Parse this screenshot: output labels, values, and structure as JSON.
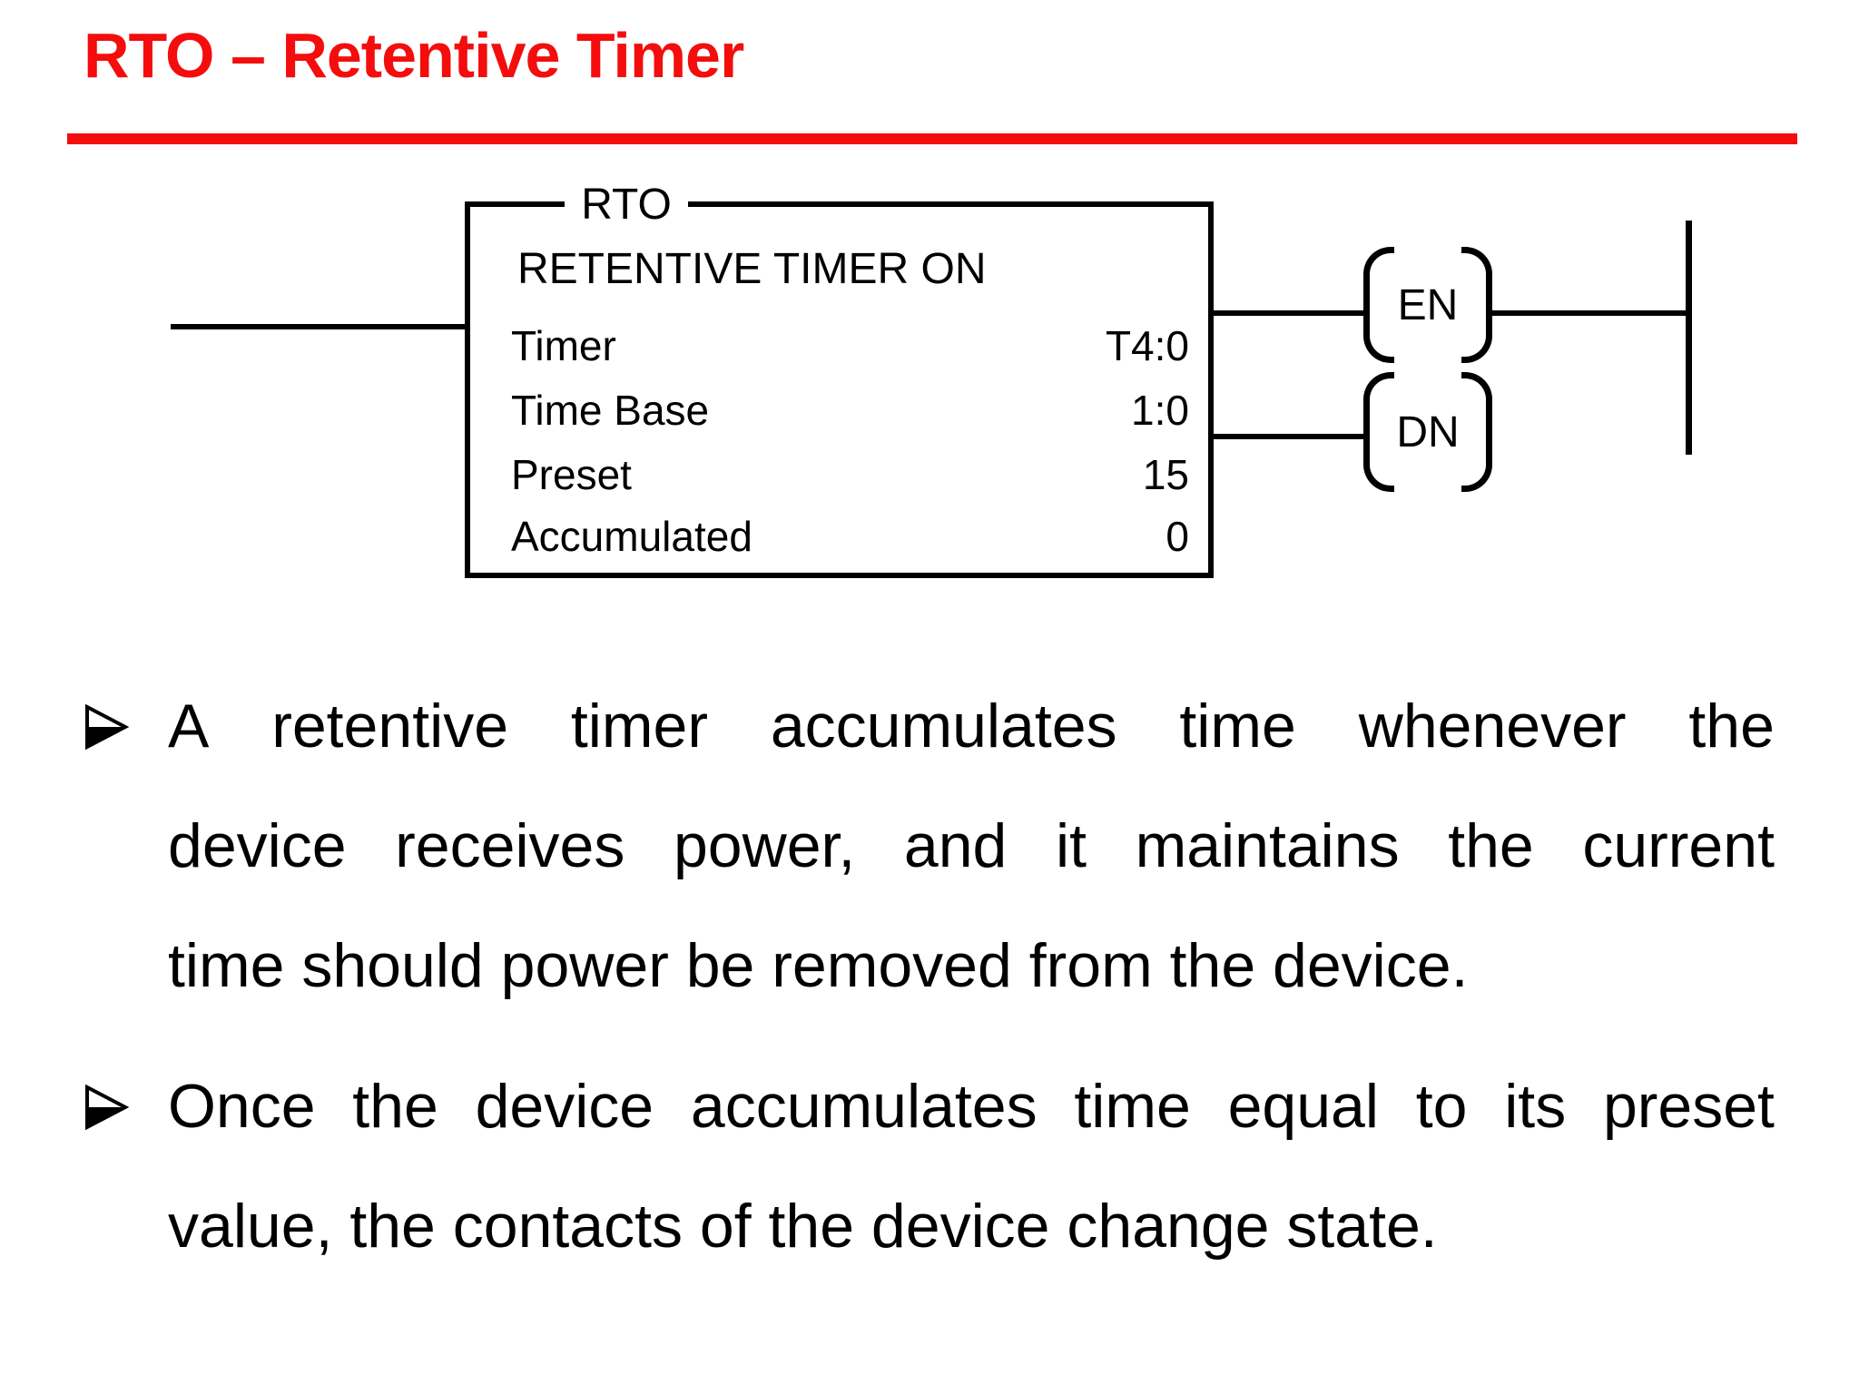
{
  "slide": {
    "title": "RTO – Retentive Timer",
    "accent_color": "#f40d0d",
    "text_color": "#000000",
    "background": "#ffffff"
  },
  "diagram": {
    "block_label": "RTO",
    "block_title": "RETENTIVE TIMER ON",
    "rows": [
      {
        "label": "Timer",
        "value": "T4:0"
      },
      {
        "label": "Time Base",
        "value": "1:0"
      },
      {
        "label": "Preset",
        "value": "15"
      },
      {
        "label": "Accumulated",
        "value": "0"
      }
    ],
    "outputs": [
      {
        "label": "EN"
      },
      {
        "label": "DN"
      }
    ]
  },
  "bullets": [
    {
      "icon": "arrowhead-right-icon",
      "text": "A retentive timer accumulates time whenever the device receives power, and it maintains the current time should power be removed from the device.",
      "lines": [
        "A retentive timer accumulates time whenever the",
        "device receives power, and it maintains the current",
        "time should power be removed from the device."
      ]
    },
    {
      "icon": "arrowhead-right-icon",
      "text": "Once the device accumulates time equal to its preset value, the contacts of the device change state.",
      "lines": [
        "Once the device accumulates time equal to its preset",
        "value, the contacts of the device change state."
      ]
    }
  ]
}
